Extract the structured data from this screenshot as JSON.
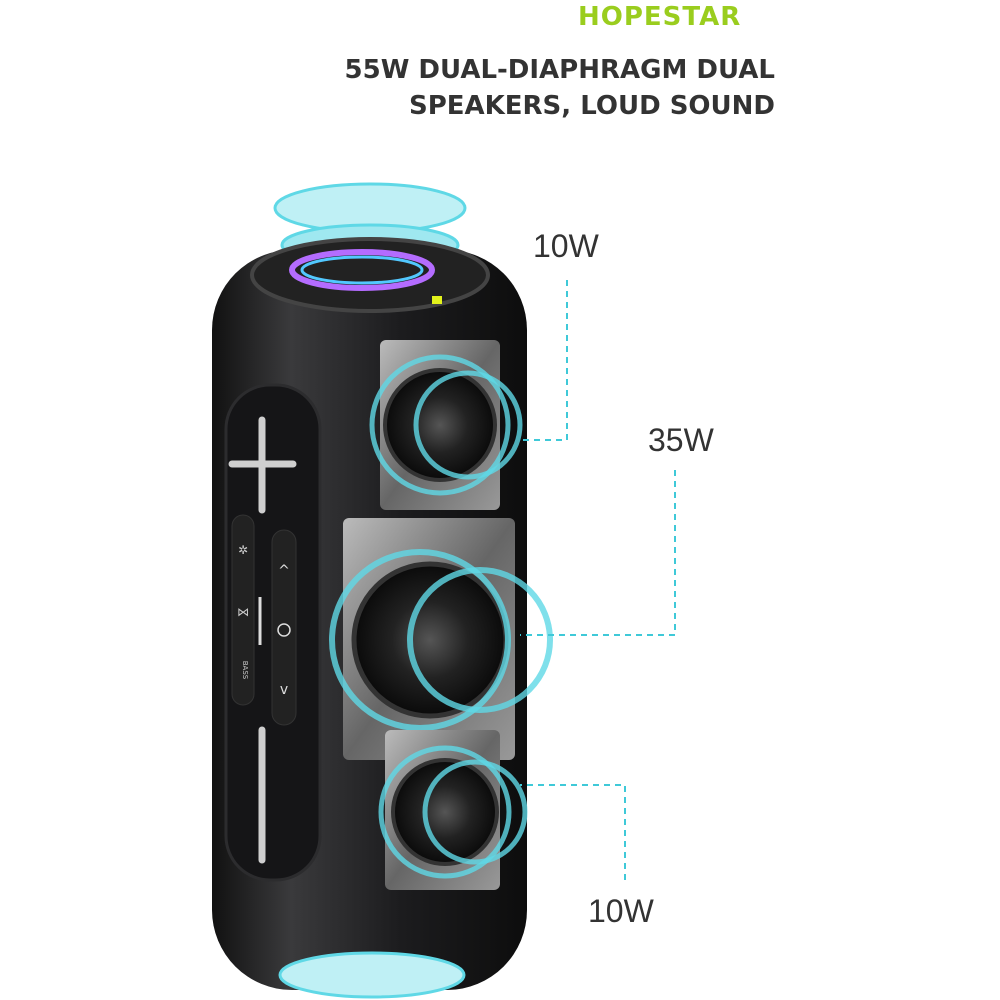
{
  "brand": "HOPESTAR",
  "headline": {
    "line1": "55W DUAL-DIAPHRAGM DUAL",
    "line2": "SPEAKERS, LOUD SOUND"
  },
  "labels": {
    "top_driver": "10W",
    "middle_driver": "35W",
    "bottom_driver": "10W"
  },
  "colors": {
    "brand": "#9acd1e",
    "accent_wave": "#4fd3e0",
    "body": "#1c1c1e"
  }
}
